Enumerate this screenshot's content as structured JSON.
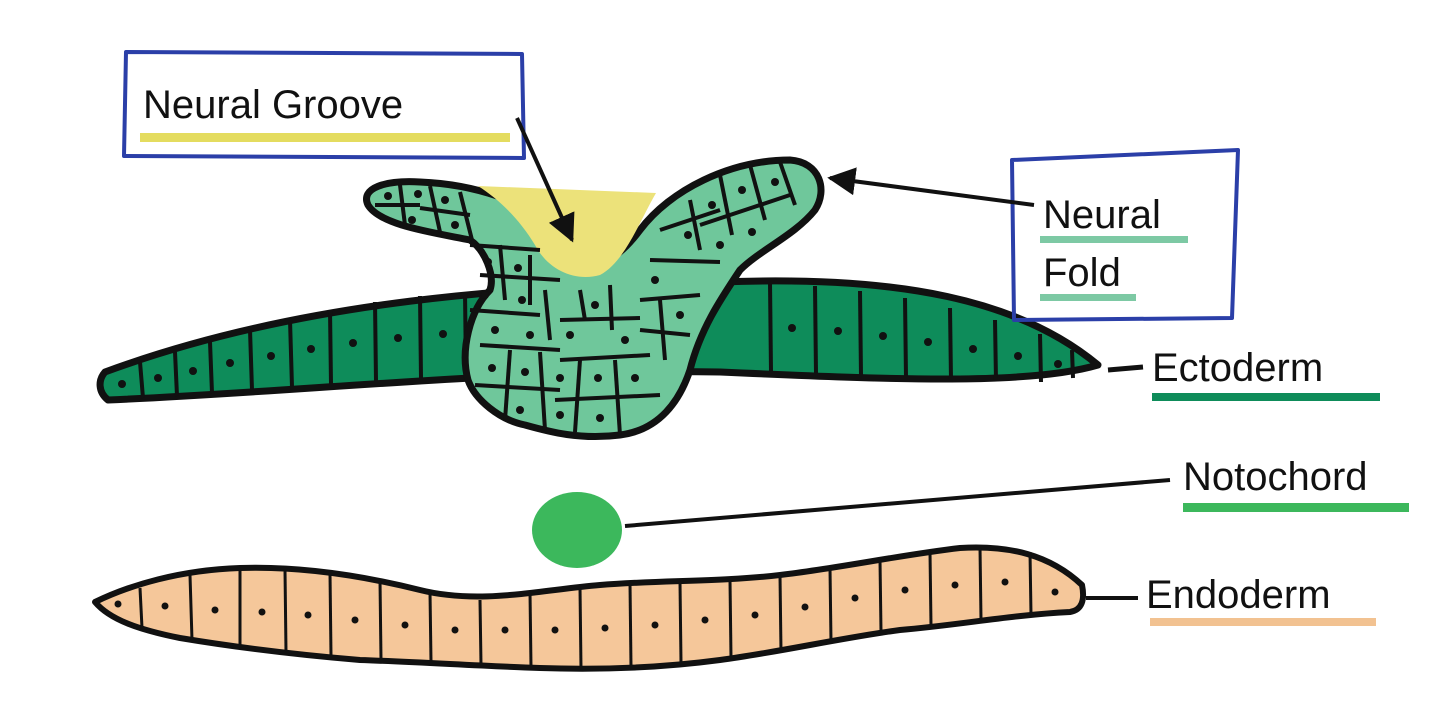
{
  "labels": {
    "neural_groove": "Neural Groove",
    "neural_fold_line1": "Neural",
    "neural_fold_line2": "Fold",
    "ectoderm": "Ectoderm",
    "notochord": "Notochord",
    "endoderm": "Endoderm"
  },
  "colors": {
    "ectoderm": "#0e8c5a",
    "neural_plate": "#6fc79b",
    "neural_groove": "#ece27a",
    "notochord": "#3cb85c",
    "endoderm": "#f5c79a",
    "outline": "#111111",
    "box_border": "#2b3fa8",
    "underline_yellow": "#e4dc5f",
    "underline_mint": "#7dc9a4",
    "underline_ectoderm": "#0e8c5a",
    "underline_notochord": "#3cb85c",
    "underline_endoderm": "#f2c291"
  }
}
